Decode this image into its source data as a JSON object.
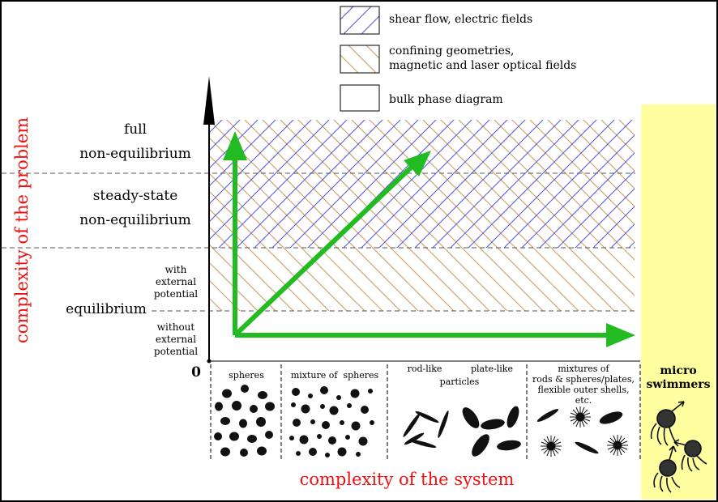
{
  "legend": {
    "items": [
      {
        "label": "shear flow, electric fields",
        "pattern": "blue-hatch",
        "color": "#5a5ad8"
      },
      {
        "label_lines": [
          "confining geometries,",
          "magnetic and laser optical fields"
        ],
        "pattern": "tan-hatch",
        "color": "#c8a066"
      },
      {
        "label": "bulk phase diagram",
        "pattern": "empty"
      }
    ]
  },
  "y_axis": {
    "title": "complexity of the problem",
    "origin": "0",
    "levels": {
      "full": [
        "full",
        "non-equilibrium"
      ],
      "steady": [
        "steady-state",
        "non-equilibrium"
      ],
      "equilibrium": "equilibrium",
      "with_external": [
        "with",
        "external",
        "potential"
      ],
      "without_external": [
        "without",
        "external",
        "potential"
      ]
    }
  },
  "x_axis": {
    "title": "complexity of the system",
    "categories": {
      "spheres": "spheres",
      "mixture": "mixture of  spheres",
      "rodlike": "rod-like",
      "platelike": "plate-like",
      "particles": "particles",
      "mixtures_lines": [
        "mixtures of",
        "rods & spheres/plates,",
        "flexible outer shells, etc."
      ]
    }
  },
  "micro_panel": {
    "label_lines": [
      "micro",
      "swimmers"
    ],
    "color": "#ffffa0"
  },
  "colors": {
    "arrow": "#22bb22",
    "axis_title": "#ee1111"
  },
  "icons": [
    "sphere-particle",
    "rod-particle",
    "plate-particle",
    "micro-swimmer"
  ]
}
